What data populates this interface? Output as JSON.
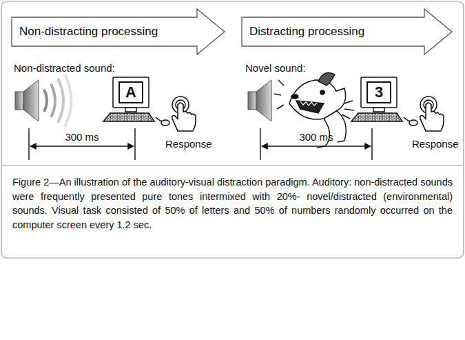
{
  "diagram": {
    "caption": "Figure 2—An illustration of the auditory-visual distraction paradigm. Auditory: non-distracted sounds were frequently presented pure tones intermixed with 20%- novel/distracted (environmental) sounds. Visual task consisted of 50% of letters and 50% of numbers randomly occurred on the computer screen every 1.2 sec.",
    "nodes": [
      {
        "text": [
          "Non-distracting processing"
        ]
      },
      {
        "text": [
          "Distracting processing"
        ]
      },
      {
        "text": [
          "A"
        ]
      },
      {
        "text": [
          "3"
        ]
      }
    ],
    "labels": [
      "Non-distracted sound:",
      "Novel sound:",
      "Response",
      "300 ms",
      "Response",
      "300 ms"
    ]
  }
}
